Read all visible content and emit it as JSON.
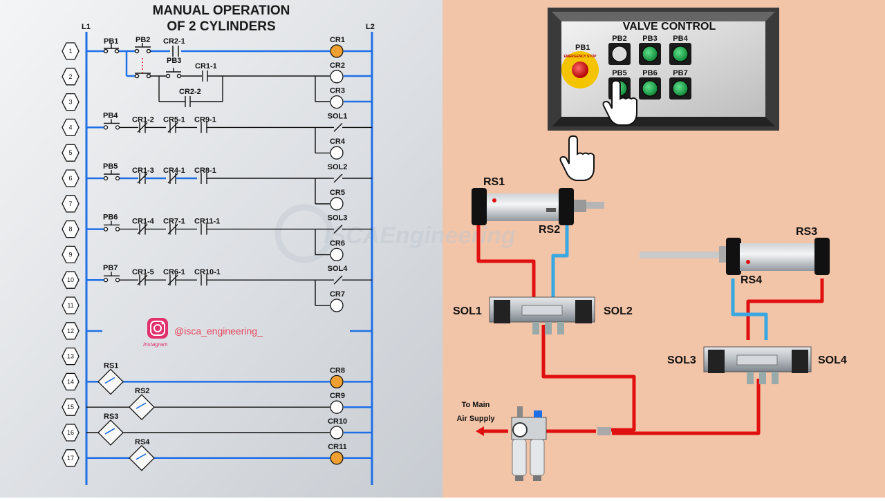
{
  "ladder": {
    "title_line1": "MANUAL OPERATION",
    "title_line2": "OF 2 CYLINDERS",
    "rail_left": "L1",
    "rail_right": "L2",
    "rungs": [
      {
        "n": "1",
        "contacts": [
          "PB1",
          "PB2",
          "CR2-1"
        ],
        "output": "CR1"
      },
      {
        "n": "2",
        "contacts": [
          "PB3",
          "CR1-1"
        ],
        "output": "CR2"
      },
      {
        "n": "3",
        "contacts": [
          "CR2-2"
        ],
        "output": "CR3"
      },
      {
        "n": "4",
        "contacts": [
          "PB4",
          "CR1-2",
          "CR5-1",
          "CR9-1"
        ],
        "output": "SOL1"
      },
      {
        "n": "5",
        "contacts": [],
        "output": "CR4"
      },
      {
        "n": "6",
        "contacts": [
          "PB5",
          "CR1-3",
          "CR4-1",
          "CR8-1"
        ],
        "output": "SOL2"
      },
      {
        "n": "7",
        "contacts": [],
        "output": "CR5"
      },
      {
        "n": "8",
        "contacts": [
          "PB6",
          "CR1-4",
          "CR7-1",
          "CR11-1"
        ],
        "output": "SOL3"
      },
      {
        "n": "9",
        "contacts": [],
        "output": "CR6"
      },
      {
        "n": "10",
        "contacts": [
          "PB7",
          "CR1-5",
          "CR6-1",
          "CR10-1"
        ],
        "output": "SOL4"
      },
      {
        "n": "11",
        "contacts": [],
        "output": "CR7"
      },
      {
        "n": "12",
        "contacts": [],
        "output": ""
      },
      {
        "n": "13",
        "contacts": [],
        "output": ""
      },
      {
        "n": "14",
        "contacts": [
          "RS1"
        ],
        "output": "CR8"
      },
      {
        "n": "15",
        "contacts": [
          "RS2"
        ],
        "output": "CR9"
      },
      {
        "n": "16",
        "contacts": [
          "RS3"
        ],
        "output": "CR10"
      },
      {
        "n": "17",
        "contacts": [
          "RS4"
        ],
        "output": "CR11"
      }
    ],
    "instagram_handle": "@isca_engineering_",
    "instagram_caption": "Instagram"
  },
  "watermark": "ISCAEngineering",
  "valve_control": {
    "title": "VALVE CONTROL",
    "buttons": [
      "PB1",
      "PB2",
      "PB3",
      "PB4",
      "PB5",
      "PB6",
      "PB7"
    ],
    "estop_text": "EMERGENCY STOP"
  },
  "pneumatic": {
    "cylinder1_switch_left": "RS1",
    "cylinder1_switch_right": "RS2",
    "cylinder2_switch_right": "RS3",
    "cylinder2_switch_left": "RS4",
    "valve1_left": "SOL1",
    "valve1_right": "SOL2",
    "valve2_left": "SOL3",
    "valve2_right": "SOL4",
    "supply_line1": "To Main",
    "supply_line2": "Air Supply"
  },
  "colors": {
    "energized_blue": "#1e6fe6",
    "coil_on_orange": "#f0a030",
    "air_red": "#e01010",
    "air_blue": "#3aa8e0",
    "right_bg": "#f2c4a8",
    "button_green": "#1ea34a"
  }
}
